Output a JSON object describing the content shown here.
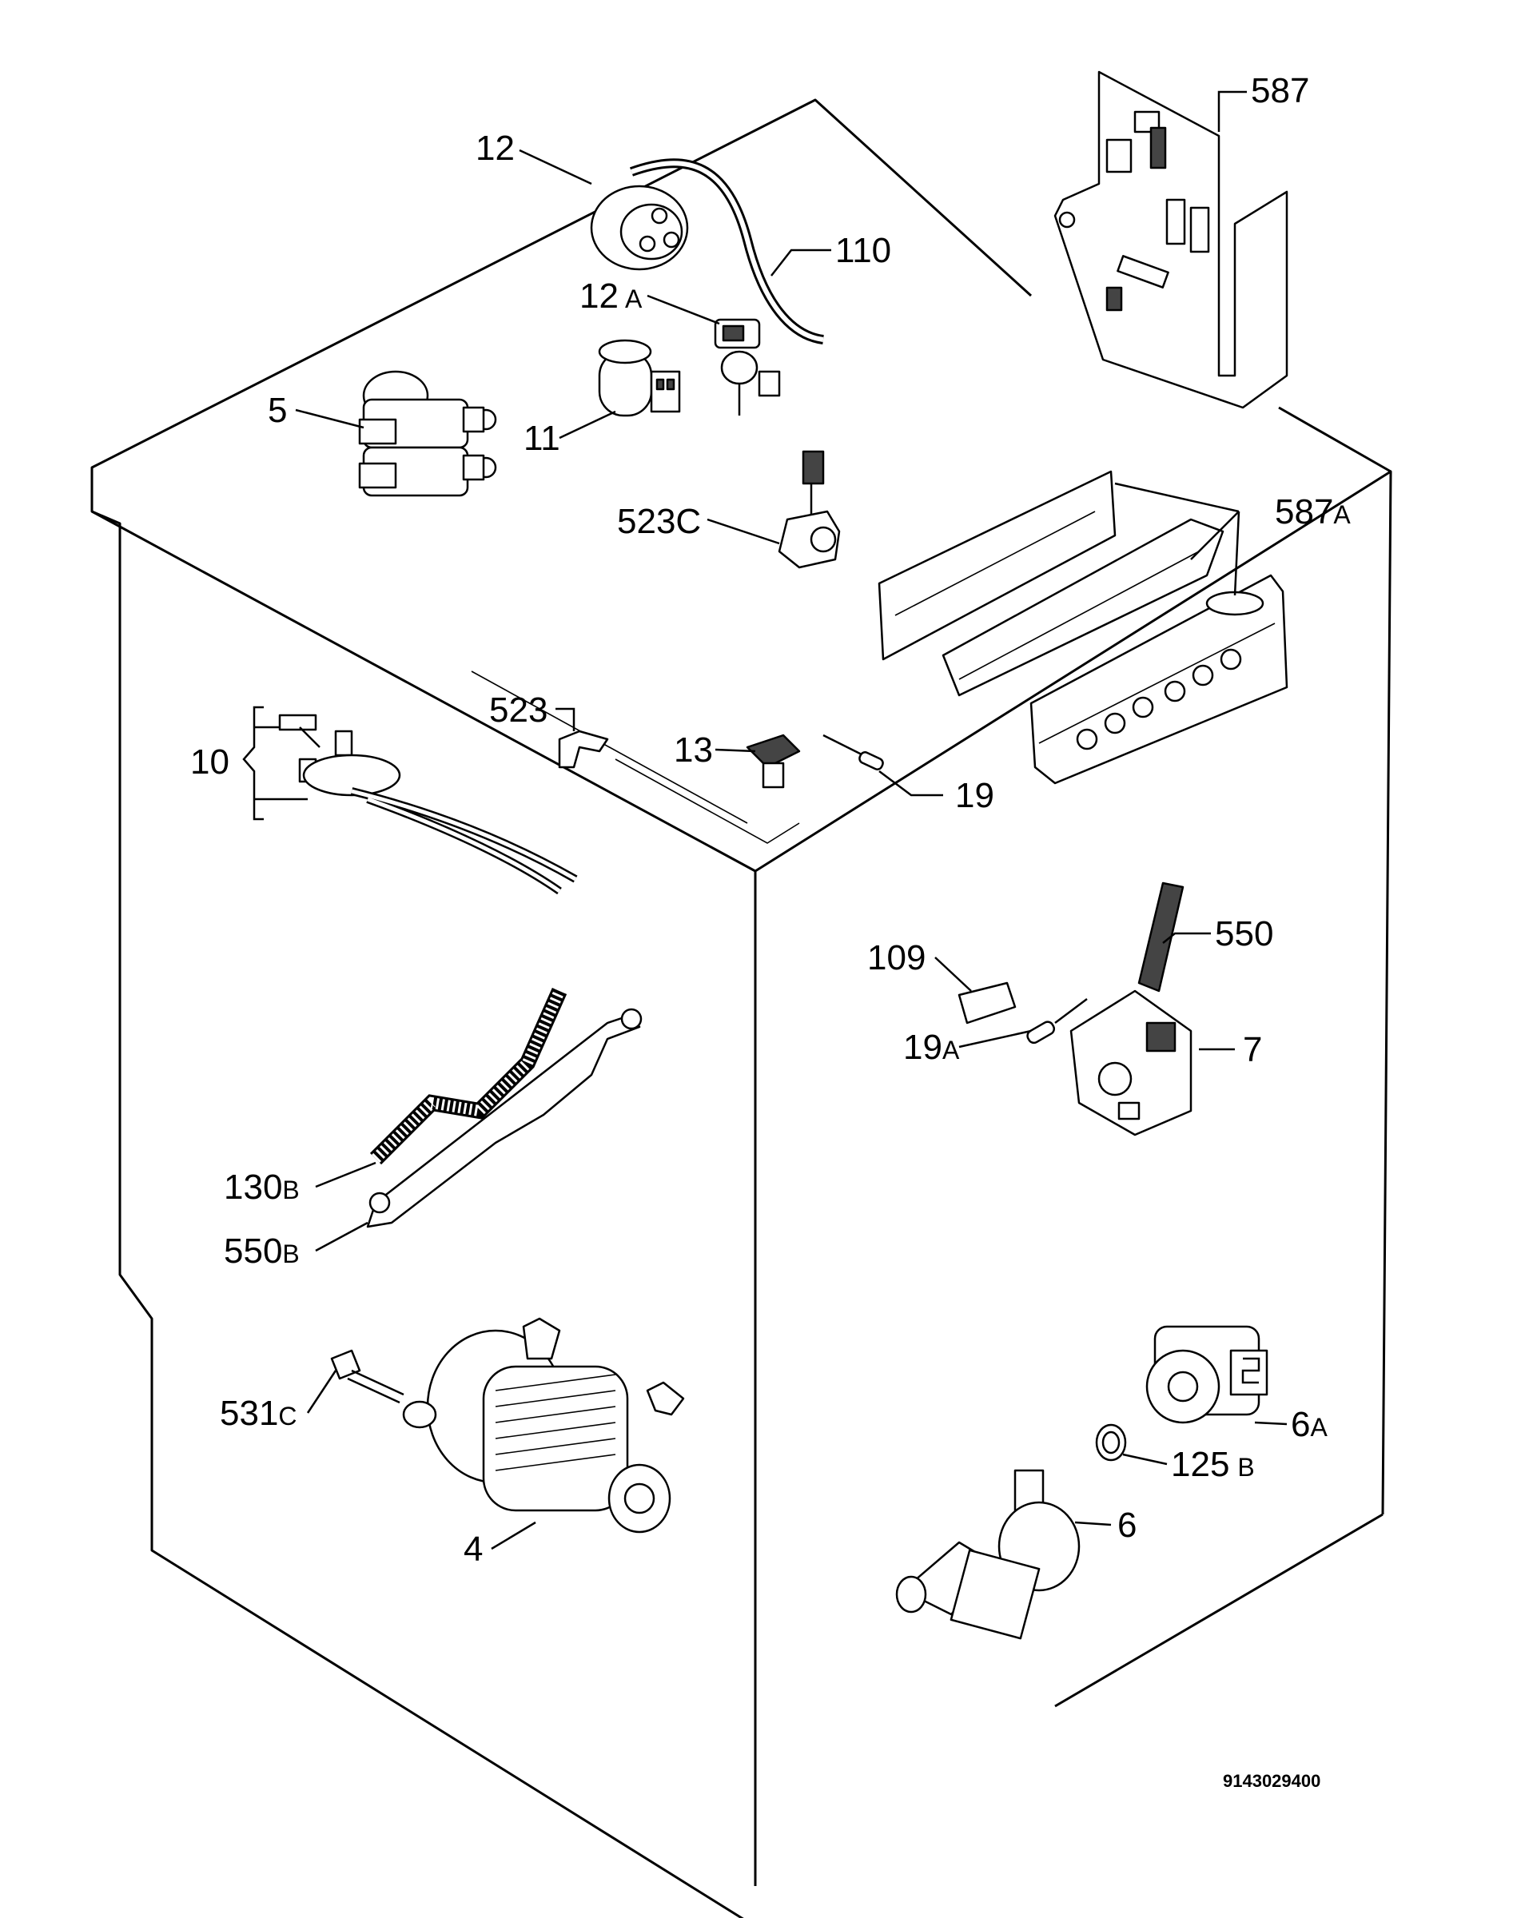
{
  "callouts": [
    {
      "id": "p587",
      "num": "587",
      "suffix": ""
    },
    {
      "id": "p12",
      "num": "12",
      "suffix": ""
    },
    {
      "id": "p110",
      "num": "110",
      "suffix": ""
    },
    {
      "id": "p12A",
      "num": "12",
      "suffix": "A"
    },
    {
      "id": "p5",
      "num": "5",
      "suffix": ""
    },
    {
      "id": "p11",
      "num": "11",
      "suffix": ""
    },
    {
      "id": "p523C",
      "num": "523C",
      "suffix": ""
    },
    {
      "id": "p587A",
      "num": "587",
      "suffix": "A"
    },
    {
      "id": "p523",
      "num": "523",
      "suffix": ""
    },
    {
      "id": "p10",
      "num": "10",
      "suffix": ""
    },
    {
      "id": "p13",
      "num": "13",
      "suffix": ""
    },
    {
      "id": "p19",
      "num": "19",
      "suffix": ""
    },
    {
      "id": "p550",
      "num": "550",
      "suffix": ""
    },
    {
      "id": "p109",
      "num": "109",
      "suffix": ""
    },
    {
      "id": "p19A",
      "num": "19",
      "suffix": "A"
    },
    {
      "id": "p7",
      "num": "7",
      "suffix": ""
    },
    {
      "id": "p130B",
      "num": "130",
      "suffix": "B"
    },
    {
      "id": "p550B",
      "num": "550",
      "suffix": "B"
    },
    {
      "id": "p531C",
      "num": "531",
      "suffix": "C"
    },
    {
      "id": "p6A",
      "num": "6",
      "suffix": "A"
    },
    {
      "id": "p125B",
      "num": "125",
      "suffix": "B"
    },
    {
      "id": "p6",
      "num": "6",
      "suffix": ""
    },
    {
      "id": "p4",
      "num": "4",
      "suffix": ""
    }
  ],
  "document_id": "9143029400"
}
